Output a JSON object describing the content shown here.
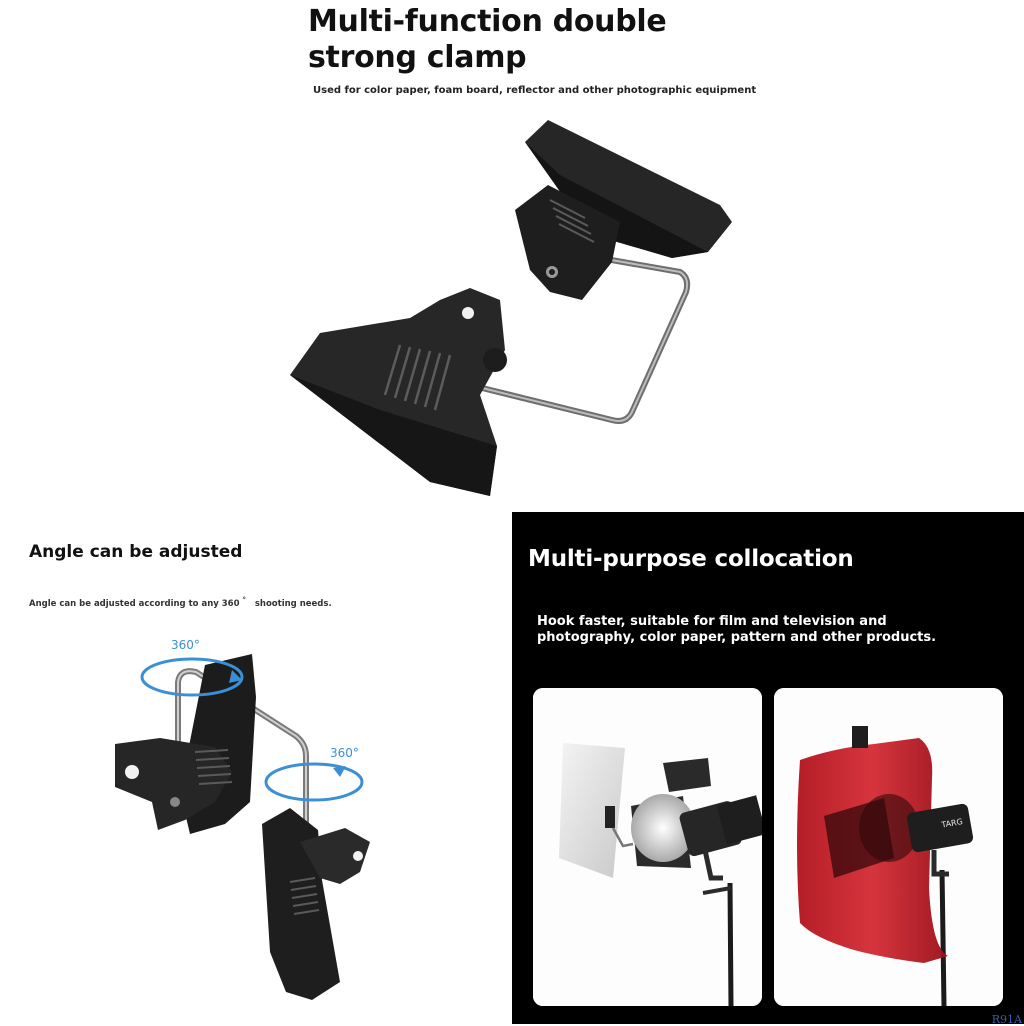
{
  "top_panel": {
    "title_line1": "Multi-function double",
    "title_line2": "strong clamp",
    "subtitle": "Used for color paper, foam board, reflector and other photographic equipment"
  },
  "bottom_left_panel": {
    "title": "Angle can be adjusted",
    "subtitle": "Angle can be adjusted according to any 360",
    "subtitle_degree": "°",
    "subtitle_end": "shooting needs.",
    "rotation_label_1": "360°",
    "rotation_label_2": "360°",
    "accent_color": "#3c8fd6"
  },
  "bottom_right_panel": {
    "title": "Multi-purpose collocation",
    "description": "Hook faster, suitable for film and television and photography, color paper, pattern and other products.",
    "light_brand": "TARG"
  },
  "watermark": "R91A"
}
